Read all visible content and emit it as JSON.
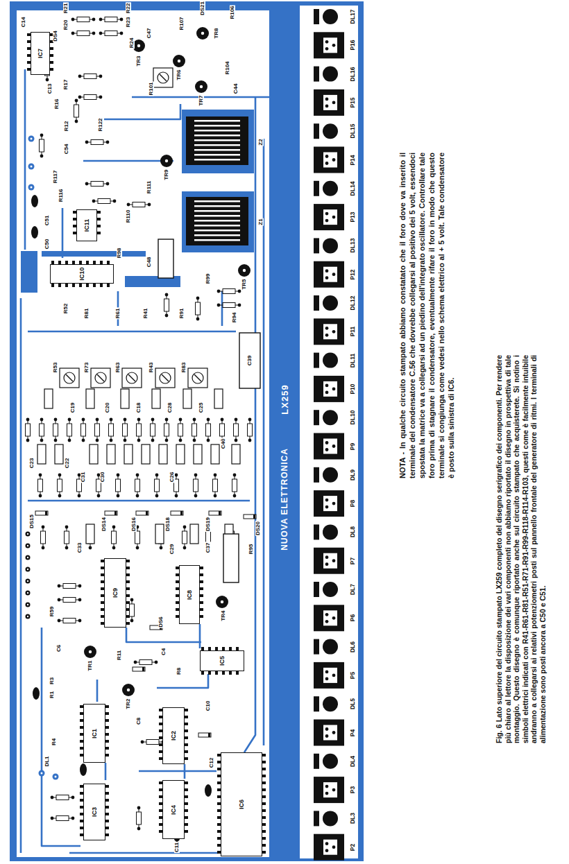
{
  "diagram": {
    "caption": "Fig. 6 Lato superiore del circuito stampato LX259 completo del disegno serigrafico dei componenti. Per rendere più chiaro al lettore la disposizione dei vari componenti non abbiamo riportato il disegno in prospettiva di tale montaggio. Questo disegno è comunque riportato anche sul circuito stampato che acquisterete. Si notino i simboli elettrici indicati con R41-R61-R81-R51-R71-R91-R99-R118-R114-R103, questi come è facilmente intuibile andranno a collegarsi ai relativi potenziometri posti sul pannello frontale del generatore di ritmi. I terminali di alimentazione sono posti ancora a C50 e C51.",
    "nodes": [
      {
        "text": [
          "IC7"
        ]
      },
      {
        "text": [
          "IC11"
        ]
      },
      {
        "text": [
          "IC10"
        ]
      },
      {
        "text": [
          "IC9"
        ]
      },
      {
        "text": [
          "IC8"
        ]
      },
      {
        "text": [
          "IC5"
        ]
      },
      {
        "text": [
          "IC1"
        ]
      },
      {
        "text": [
          "IC2"
        ]
      },
      {
        "text": [
          "IC3"
        ]
      },
      {
        "text": [
          "IC4"
        ]
      },
      {
        "text": [
          "IC6"
        ]
      },
      {
        "text": [
          "NUOVA ELETTRONICA",
          "LX259"
        ]
      }
    ],
    "labels": [
      "NOTA - In qualche circuito stampato abbiamo constatato che il foro dove va inserito il terminale del condensatore C.56 che dovrebbe collegarsi al positivo dei 5 volt, essendoci spostata la matrice va a collegarsi ad un piedino dell'integrato oscillatore. Controllare tale foro prima di stagnare il condensatore, eventualmente rifare il foro in modo che questo terminale si congiunga come vedesi nello schema elettrico al + 5 volt. Tale condensatore è posto sulla sinistra di IC6.",
      "R21",
      "R20",
      "C14",
      "DS4",
      "R22",
      "R23",
      "R24",
      "C47",
      "TR3",
      "DS21",
      "R106",
      "R107",
      "TR8",
      "R104",
      "TR6",
      "TR7",
      "C44",
      "R101",
      "C13",
      "R17",
      "R16",
      "R12",
      "R122",
      "C54",
      "R117",
      "R116",
      "C51",
      "C50",
      "R110",
      "R111",
      "TR9",
      "Z2",
      "Z1",
      "C48",
      "TR5",
      "R98",
      "R99",
      "R52",
      "R81",
      "R61",
      "R41",
      "R91",
      "R53",
      "R73",
      "R63",
      "R43",
      "R83",
      "C39",
      "R94",
      "C19",
      "C20",
      "C18",
      "C28",
      "C25",
      "C23",
      "C22",
      "C31",
      "C30",
      "C26",
      "C40",
      "DS15",
      "DS14",
      "DS16",
      "DS18",
      "DS19",
      "DS20",
      "R95",
      "C33",
      "C29",
      "C37",
      "R59",
      "C6",
      "TR1",
      "R11",
      "R3",
      "R1",
      "TR2",
      "C4",
      "R8",
      "C8",
      "C12",
      "C10",
      "C11",
      "DL1",
      "R4",
      "TR4",
      "DS6",
      "DL17",
      "P16",
      "DL16",
      "P15",
      "DL15",
      "P14",
      "DL14",
      "P13",
      "DL13",
      "P12",
      "DL12",
      "P11",
      "DL11",
      "P10",
      "DL10",
      "P9",
      "DL9",
      "P8",
      "DL8",
      "P7",
      "DL7",
      "P6",
      "DL6",
      "P5",
      "DL5",
      "P4",
      "DL4",
      "P3",
      "DL3",
      "P2"
    ]
  }
}
